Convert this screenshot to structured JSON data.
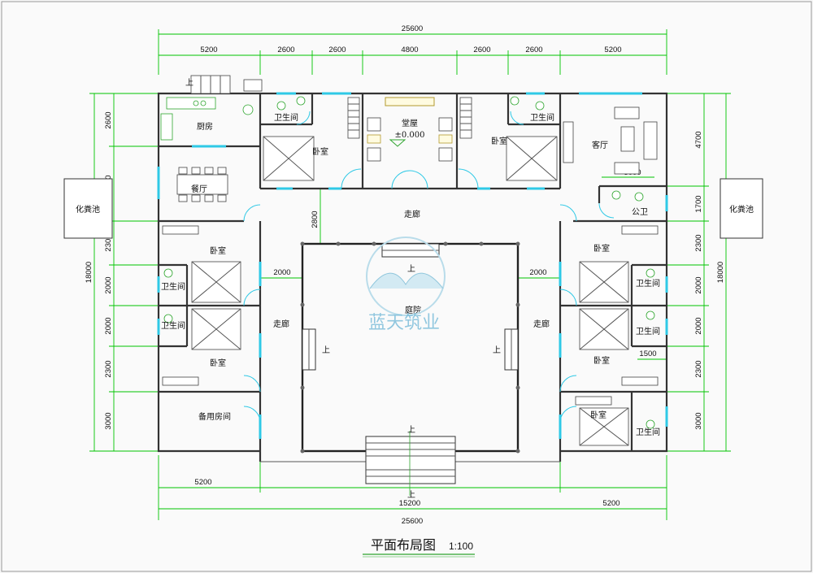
{
  "title": "平面布局图",
  "scale": "1:100",
  "watermark": "蓝天筑业",
  "elevation": "±0.000",
  "up": "上",
  "rooms": {
    "kitchen": "厨房",
    "dining": "餐厅",
    "bath_top_left": "卫生间",
    "bedroom_top_left": "卧室",
    "main_hall": "堂屋",
    "bedroom_top_right": "卧室",
    "bath_top_right": "卫生间",
    "living": "客厅",
    "public_wc": "公卫",
    "corridor_top": "走廊",
    "bedroom_left_1": "卧室",
    "bath_left_1": "卫生间",
    "bath_left_2": "卫生间",
    "bedroom_left_2": "卧室",
    "spare": "备用房间",
    "corridor_left": "走廊",
    "courtyard": "庭院",
    "corridor_right": "走廊",
    "bedroom_right_1": "卧室",
    "bath_right_1": "卫生间",
    "bath_right_2": "卫生间",
    "bedroom_right_2": "卧室",
    "bedroom_right_3": "卧室",
    "bath_right_3": "卫生间",
    "septic_left": "化粪池",
    "septic_right": "化粪池"
  },
  "dimensions": {
    "top_total": "25600",
    "top_segments": [
      "5200",
      "2600",
      "2600",
      "4800",
      "2600",
      "2600",
      "5200"
    ],
    "bottom_left": "5200",
    "bottom_mid": "15200",
    "bottom_right": "5200",
    "bottom_total": "25600",
    "left_segments": [
      "2600",
      "3800",
      "2300",
      "2000",
      "2000",
      "2300",
      "3000"
    ],
    "left_total": "18000",
    "right_segments": [
      "4700",
      "1700",
      "2300",
      "2000",
      "2000",
      "2300",
      "3000"
    ],
    "right_total": "18000",
    "inner_left_corridor": "2000",
    "inner_right_corridor": "2000",
    "inner_top_corridor": "2800",
    "inner_living": "3000",
    "inner_bath": "1500"
  },
  "colors": {
    "dimension_line": "#00c400",
    "window": "#2fc9e6",
    "wall": "#333333",
    "watermark": "#6fb7d6"
  }
}
